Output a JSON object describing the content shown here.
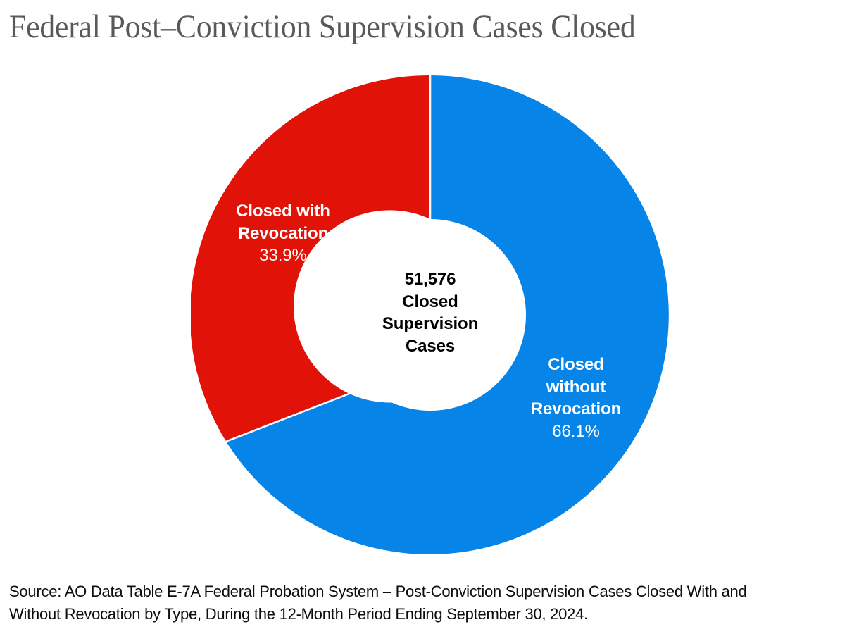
{
  "title": "Federal Post–Conviction Supervision Cases Closed",
  "center": {
    "value": "51,576",
    "line2": "Closed",
    "line3": "Supervision",
    "line4": "Cases"
  },
  "labels": {
    "revocation": {
      "line1": "Closed with",
      "line2": "Revocation",
      "percent": "33.9%"
    },
    "no_revocation": {
      "line1": "Closed",
      "line2": "without",
      "line3": "Revocation",
      "percent": "66.1%"
    }
  },
  "source": {
    "line1": "Source: AO Data Table E-7A Federal Probation System – Post-Conviction Supervision Cases Closed With and",
    "line2": "Without Revocation by Type, During the 12-Month Period Ending September 30, 2024."
  },
  "colors": {
    "blue": "#0784e8",
    "red": "#e11208",
    "title_gray": "#595959",
    "background": "#ffffff",
    "separator": "#ffffff"
  },
  "chart_data": {
    "type": "pie",
    "variant": "donut",
    "title": "Federal Post–Conviction Supervision Cases Closed",
    "total": 51576,
    "total_label": "51,576 Closed Supervision Cases",
    "units": "cases",
    "value_format": "percent",
    "start_angle_deg": 0,
    "direction": "clockwise",
    "inner_radius_ratio": 0.4,
    "legend": "none",
    "labels_inside_slices": true,
    "categories": [
      "Closed without Revocation",
      "Closed with Revocation"
    ],
    "values": [
      66.1,
      33.9
    ],
    "counts": [
      34092,
      17484
    ],
    "colors": [
      "#0784e8",
      "#e11208"
    ],
    "slices": [
      {
        "name": "Closed without Revocation",
        "percent": 66.1,
        "color": "#0784e8",
        "start_deg": 0,
        "sweep_deg": 237.96
      },
      {
        "name": "Closed with Revocation",
        "percent": 33.9,
        "color": "#e11208",
        "start_deg": 237.96,
        "sweep_deg": 122.04
      }
    ],
    "annotations": [
      "Source: AO Data Table E-7A Federal Probation System – Post-Conviction Supervision Cases Closed With and Without Revocation by Type, During the 12-Month Period Ending September 30, 2024."
    ]
  }
}
